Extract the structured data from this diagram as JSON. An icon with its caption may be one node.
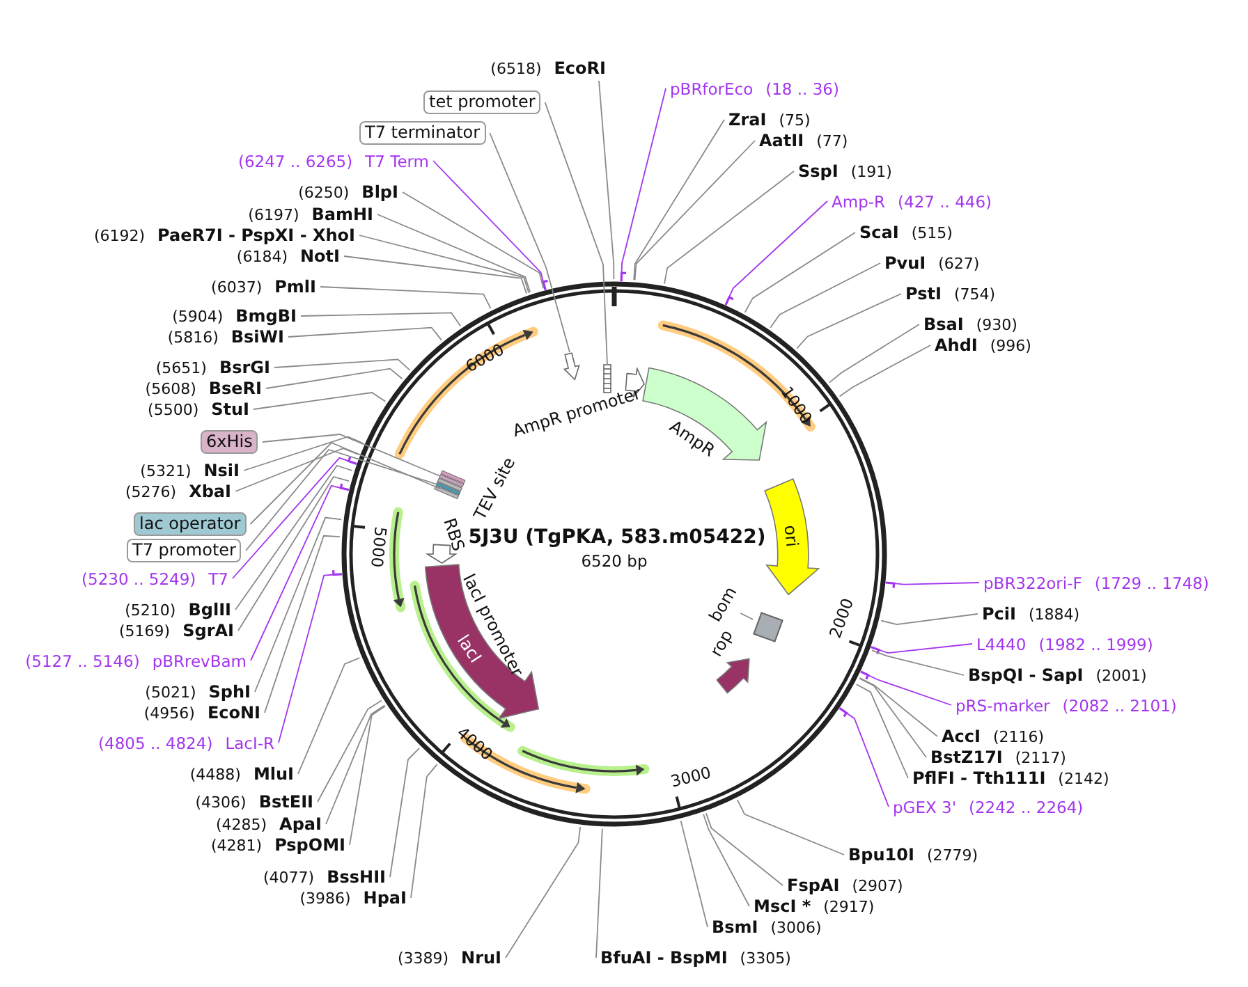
{
  "diagram": {
    "title": "5J3U (TgPKA, 583.m05422)",
    "nodes": [
      {
        "text": [
          "(6518)",
          "EcoRI"
        ]
      },
      {
        "text": [
          "tet promoter"
        ]
      },
      {
        "text": [
          "T7 terminator"
        ]
      },
      {
        "text": [
          "(6247 .. 6265)",
          "T7 Term"
        ]
      },
      {
        "text": [
          "(6250)",
          "BlpI"
        ]
      },
      {
        "text": [
          "(6197)",
          "BamHI"
        ]
      },
      {
        "text": [
          "(6192)",
          "PaeR7I - PspXI - XhoI"
        ]
      },
      {
        "text": [
          "(6184)",
          "NotI"
        ]
      },
      {
        "text": [
          "(6037)",
          "PmlI"
        ]
      },
      {
        "text": [
          "(5904)",
          "BmgBI"
        ]
      },
      {
        "text": [
          "(5816)",
          "BsiWI"
        ]
      },
      {
        "text": [
          "(5651)",
          "BsrGI"
        ]
      },
      {
        "text": [
          "(5608)",
          "BseRI"
        ]
      },
      {
        "text": [
          "(5500)",
          "StuI"
        ]
      },
      {
        "text": [
          "6xHis"
        ]
      },
      {
        "text": [
          "(5321)",
          "NsiI"
        ]
      },
      {
        "text": [
          "(5276)",
          "XbaI"
        ]
      },
      {
        "text": [
          "lac operator"
        ]
      },
      {
        "text": [
          "T7 promoter"
        ]
      },
      {
        "text": [
          "(5230 .. 5249)",
          "T7"
        ]
      },
      {
        "text": [
          "(5210)",
          "BglII"
        ]
      },
      {
        "text": [
          "(5169)",
          "SgrAI"
        ]
      },
      {
        "text": [
          "(5127 .. 5146)",
          "pBRrevBam"
        ]
      },
      {
        "text": [
          "(5021)",
          "SphI"
        ]
      },
      {
        "text": [
          "(4956)",
          "EcoNI"
        ]
      },
      {
        "text": [
          "(4805 .. 4824)",
          "LacI-R"
        ]
      },
      {
        "text": [
          "(4488)",
          "MluI"
        ]
      },
      {
        "text": [
          "(4306)",
          "BstEII"
        ]
      },
      {
        "text": [
          "(4285)",
          "ApaI"
        ]
      },
      {
        "text": [
          "(4281)",
          "PspOMI"
        ]
      },
      {
        "text": [
          "(4077)",
          "BssHII"
        ]
      },
      {
        "text": [
          "(3986)",
          "HpaI"
        ]
      },
      {
        "text": [
          "(3389)",
          "NruI"
        ]
      },
      {
        "text": [
          "BfuAI - BspMI",
          "(3305)"
        ]
      },
      {
        "text": [
          "pBRforEco",
          "(18 .. 36)"
        ]
      },
      {
        "text": [
          "ZraI",
          "(75)"
        ]
      },
      {
        "text": [
          "AatII",
          "(77)"
        ]
      },
      {
        "text": [
          "SspI",
          "(191)"
        ]
      },
      {
        "text": [
          "Amp-R",
          "(427 .. 446)"
        ]
      },
      {
        "text": [
          "ScaI",
          "(515)"
        ]
      },
      {
        "text": [
          "PvuI",
          "(627)"
        ]
      },
      {
        "text": [
          "PstI",
          "(754)"
        ]
      },
      {
        "text": [
          "BsaI",
          "(930)"
        ]
      },
      {
        "text": [
          "AhdI",
          "(996)"
        ]
      },
      {
        "text": [
          "pBR322ori-F",
          "(1729 .. 1748)"
        ]
      },
      {
        "text": [
          "PciI",
          "(1884)"
        ]
      },
      {
        "text": [
          "L4440",
          "(1982 .. 1999)"
        ]
      },
      {
        "text": [
          "BspQI - SapI",
          "(2001)"
        ]
      },
      {
        "text": [
          "pRS-marker",
          "(2082 .. 2101)"
        ]
      },
      {
        "text": [
          "AccI",
          "(2116)"
        ]
      },
      {
        "text": [
          "BstZ17I",
          "(2117)"
        ]
      },
      {
        "text": [
          "PflFI - Tth111I",
          "(2142)"
        ]
      },
      {
        "text": [
          "pGEX 3'",
          "(2242 .. 2264)"
        ]
      },
      {
        "text": [
          "Bpu10I",
          "(2779)"
        ]
      },
      {
        "text": [
          "FspAI",
          "(2907)"
        ]
      },
      {
        "text": [
          "MscI *",
          "(2917)"
        ]
      },
      {
        "text": [
          "BsmI",
          "(3006)"
        ]
      },
      {
        "text": [
          "AmpR"
        ]
      },
      {
        "text": [
          "ori"
        ]
      },
      {
        "text": [
          "rop"
        ]
      },
      {
        "text": [
          "lacI"
        ]
      },
      {
        "text": [
          "bom"
        ]
      },
      {
        "text": [],
        "shape": "box"
      }
    ],
    "edges": [
      {
        "from": 0,
        "to": null,
        "arrow": "none"
      },
      {
        "from": 1,
        "to": null,
        "arrow": "none"
      },
      {
        "from": 2,
        "to": null,
        "arrow": "none"
      },
      {
        "from": 3,
        "to": null,
        "arrow": "none",
        "color": "#a335ee"
      },
      {
        "from": 4,
        "to": null,
        "arrow": "none"
      },
      {
        "from": 5,
        "to": null,
        "arrow": "none"
      },
      {
        "from": 6,
        "to": null,
        "arrow": "none"
      },
      {
        "from": 7,
        "to": null,
        "arrow": "none"
      },
      {
        "from": 8,
        "to": null,
        "arrow": "none"
      },
      {
        "from": 9,
        "to": null,
        "arrow": "none"
      },
      {
        "from": 10,
        "to": null,
        "arrow": "none"
      },
      {
        "from": 11,
        "to": null,
        "arrow": "none"
      },
      {
        "from": 12,
        "to": null,
        "arrow": "none"
      },
      {
        "from": 13,
        "to": null,
        "arrow": "none"
      },
      {
        "from": 14,
        "to": null,
        "arrow": "none"
      },
      {
        "from": 15,
        "to": null,
        "arrow": "none"
      },
      {
        "from": 16,
        "to": null,
        "arrow": "none"
      },
      {
        "from": 17,
        "to": null,
        "arrow": "none"
      },
      {
        "from": 18,
        "to": null,
        "arrow": "none"
      },
      {
        "from": 19,
        "to": null,
        "arrow": "none",
        "color": "#a335ee"
      },
      {
        "from": 20,
        "to": null,
        "arrow": "none"
      },
      {
        "from": 21,
        "to": null,
        "arrow": "none"
      },
      {
        "from": 22,
        "to": null,
        "arrow": "none",
        "color": "#a335ee"
      },
      {
        "from": 23,
        "to": null,
        "arrow": "none"
      },
      {
        "from": 24,
        "to": null,
        "arrow": "none"
      },
      {
        "from": 25,
        "to": null,
        "arrow": "none",
        "color": "#a335ee"
      },
      {
        "from": 26,
        "to": null,
        "arrow": "none"
      },
      {
        "from": 27,
        "to": null,
        "arrow": "none"
      },
      {
        "from": 28,
        "to": null,
        "arrow": "none"
      },
      {
        "from": 29,
        "to": null,
        "arrow": "none"
      },
      {
        "from": 30,
        "to": null,
        "arrow": "none"
      },
      {
        "from": 31,
        "to": null,
        "arrow": "none"
      },
      {
        "from": 32,
        "to": null,
        "arrow": "none"
      },
      {
        "from": 33,
        "to": null,
        "arrow": "none"
      },
      {
        "from": 34,
        "to": null,
        "arrow": "none",
        "color": "#a335ee"
      },
      {
        "from": 35,
        "to": null,
        "arrow": "none"
      },
      {
        "from": 36,
        "to": null,
        "arrow": "none"
      },
      {
        "from": 37,
        "to": null,
        "arrow": "none"
      },
      {
        "from": 38,
        "to": null,
        "arrow": "none",
        "color": "#a335ee"
      },
      {
        "from": 39,
        "to": null,
        "arrow": "none"
      },
      {
        "from": 40,
        "to": null,
        "arrow": "none"
      },
      {
        "from": 41,
        "to": null,
        "arrow": "none"
      },
      {
        "from": 42,
        "to": null,
        "arrow": "none"
      },
      {
        "from": 43,
        "to": null,
        "arrow": "none"
      },
      {
        "from": 44,
        "to": null,
        "arrow": "none",
        "color": "#a335ee"
      },
      {
        "from": 45,
        "to": null,
        "arrow": "none"
      },
      {
        "from": 46,
        "to": null,
        "arrow": "none",
        "color": "#a335ee"
      },
      {
        "from": 47,
        "to": null,
        "arrow": "none"
      },
      {
        "from": 48,
        "to": null,
        "arrow": "none",
        "color": "#a335ee"
      },
      {
        "from": 49,
        "to": null,
        "arrow": "none"
      },
      {
        "from": 50,
        "to": null,
        "arrow": "none"
      },
      {
        "from": 51,
        "to": null,
        "arrow": "none"
      },
      {
        "from": 52,
        "to": null,
        "arrow": "none",
        "color": "#a335ee"
      },
      {
        "from": 53,
        "to": null,
        "arrow": "none"
      },
      {
        "from": 54,
        "to": null,
        "arrow": "none"
      },
      {
        "from": 55,
        "to": null,
        "arrow": "none"
      },
      {
        "from": 56,
        "to": null,
        "arrow": "none"
      },
      {
        "from": 61,
        "to": 62,
        "arrow": "none"
      }
    ],
    "labels": [
      "AmpR promoter",
      "TEV site",
      "RBS",
      "6520 bp",
      "lacI promoter",
      "1000",
      "2000",
      "3000",
      "4000",
      "5000",
      "6000"
    ]
  }
}
